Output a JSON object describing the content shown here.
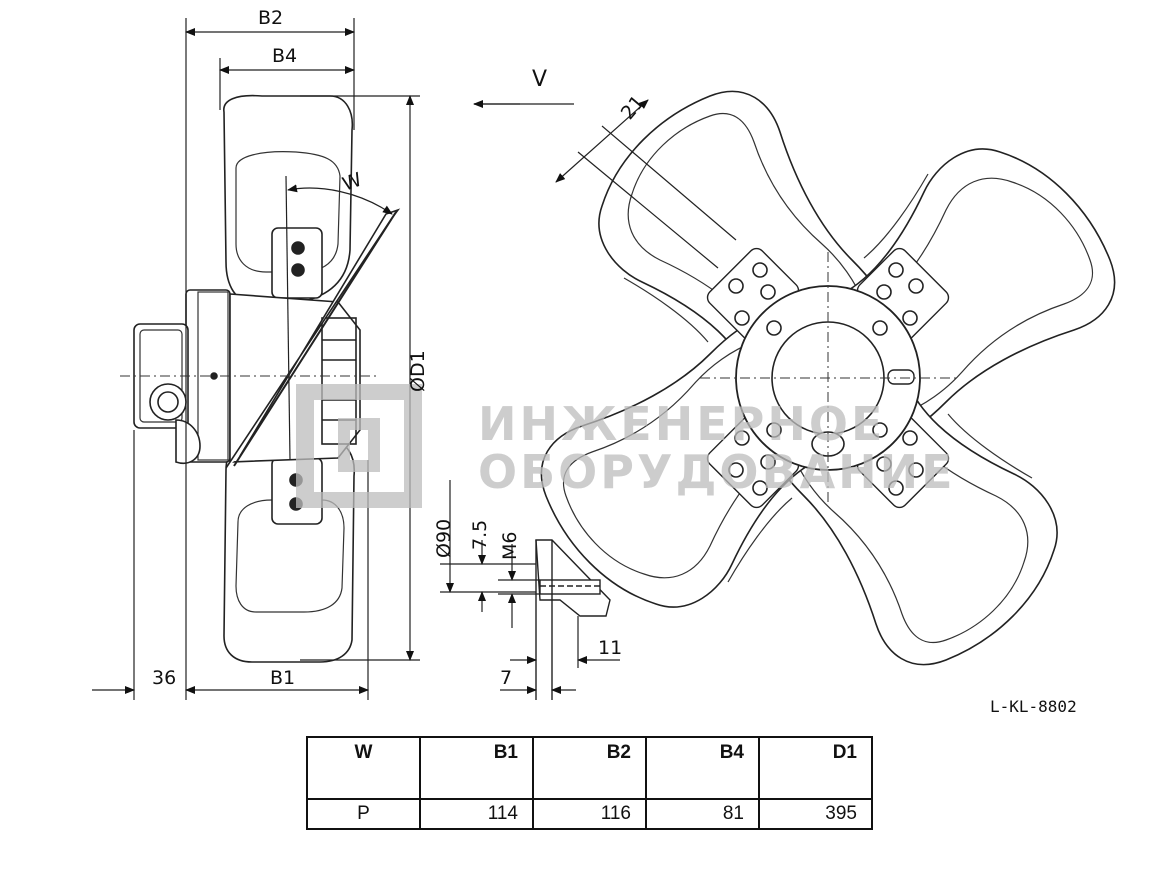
{
  "drawing": {
    "dims": {
      "b2": "B2",
      "b4": "B4",
      "b1": "B1",
      "d1": "ØD1",
      "w": "W",
      "offset_36": "36",
      "view": "V",
      "dim_21": "21",
      "dia_90": "Ø90",
      "dim_7_5": "7.5",
      "thread_m6": "M6",
      "dim_11": "11",
      "dim_7": "7"
    },
    "drawing_code": "L-KL-8802",
    "watermark": {
      "line1": "ИНЖЕНЕРНОЕ",
      "line2": "ОБОРУДОВАНИЕ"
    }
  },
  "table": {
    "headers": [
      "W",
      "B1",
      "B2",
      "B4",
      "D1"
    ],
    "rows": [
      [
        "P",
        "114",
        "116",
        "81",
        "395"
      ]
    ]
  }
}
